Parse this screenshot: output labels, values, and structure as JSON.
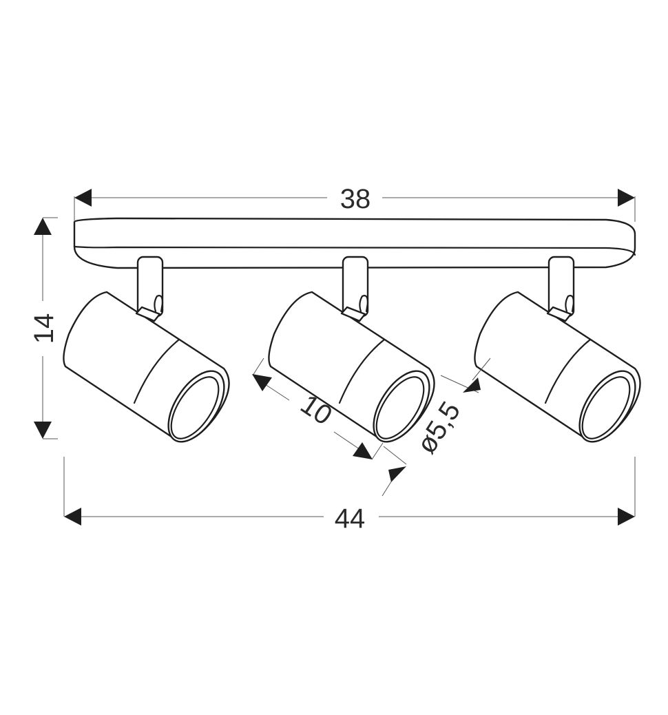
{
  "diagram": {
    "subject": "Triple spotlight ceiling bar — dimension drawing",
    "colors": {
      "background": "#ffffff",
      "line": "#1e1e1e",
      "dimension_line": "#555555",
      "text": "#2a2a2a"
    },
    "dimensions": {
      "bar_length": "38",
      "total_width": "44",
      "height": "14",
      "spot_length": "10",
      "spot_diameter": "ø5,5"
    },
    "spotlights": [
      {
        "name": "left-spotlight"
      },
      {
        "name": "center-spotlight"
      },
      {
        "name": "right-spotlight"
      }
    ]
  }
}
